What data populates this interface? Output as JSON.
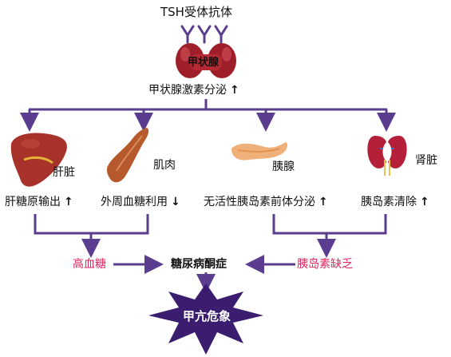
{
  "top": {
    "receptor_label": "TSH受体抗体",
    "gland_label": "甲状腺",
    "hormone_label": "甲状腺激素分泌"
  },
  "organs": {
    "liver": "肝脏",
    "muscle": "肌肉",
    "pancreas": "胰腺",
    "kidney": "肾脏"
  },
  "effects": {
    "liver": "肝糖原输出",
    "muscle": "外周血糖利用",
    "pancreas": "无活性胰岛素前体分泌",
    "kidney": "胰岛素清除"
  },
  "outcomes": {
    "hyperglycemia": "高血糖",
    "insulin_deficiency": "胰岛素缺乏",
    "ketoacidosis": "糖尿病酮症",
    "crisis": "甲亢危象"
  },
  "colors": {
    "flow": "#5a3d8f",
    "highlight": "#e0245e",
    "star": "#3a1d6e"
  },
  "icons": [
    "up-arrow-icon",
    "down-arrow-icon",
    "antibody-icon",
    "thyroid-icon",
    "liver-icon",
    "muscle-icon",
    "pancreas-icon",
    "kidney-icon",
    "burst-star-icon"
  ]
}
